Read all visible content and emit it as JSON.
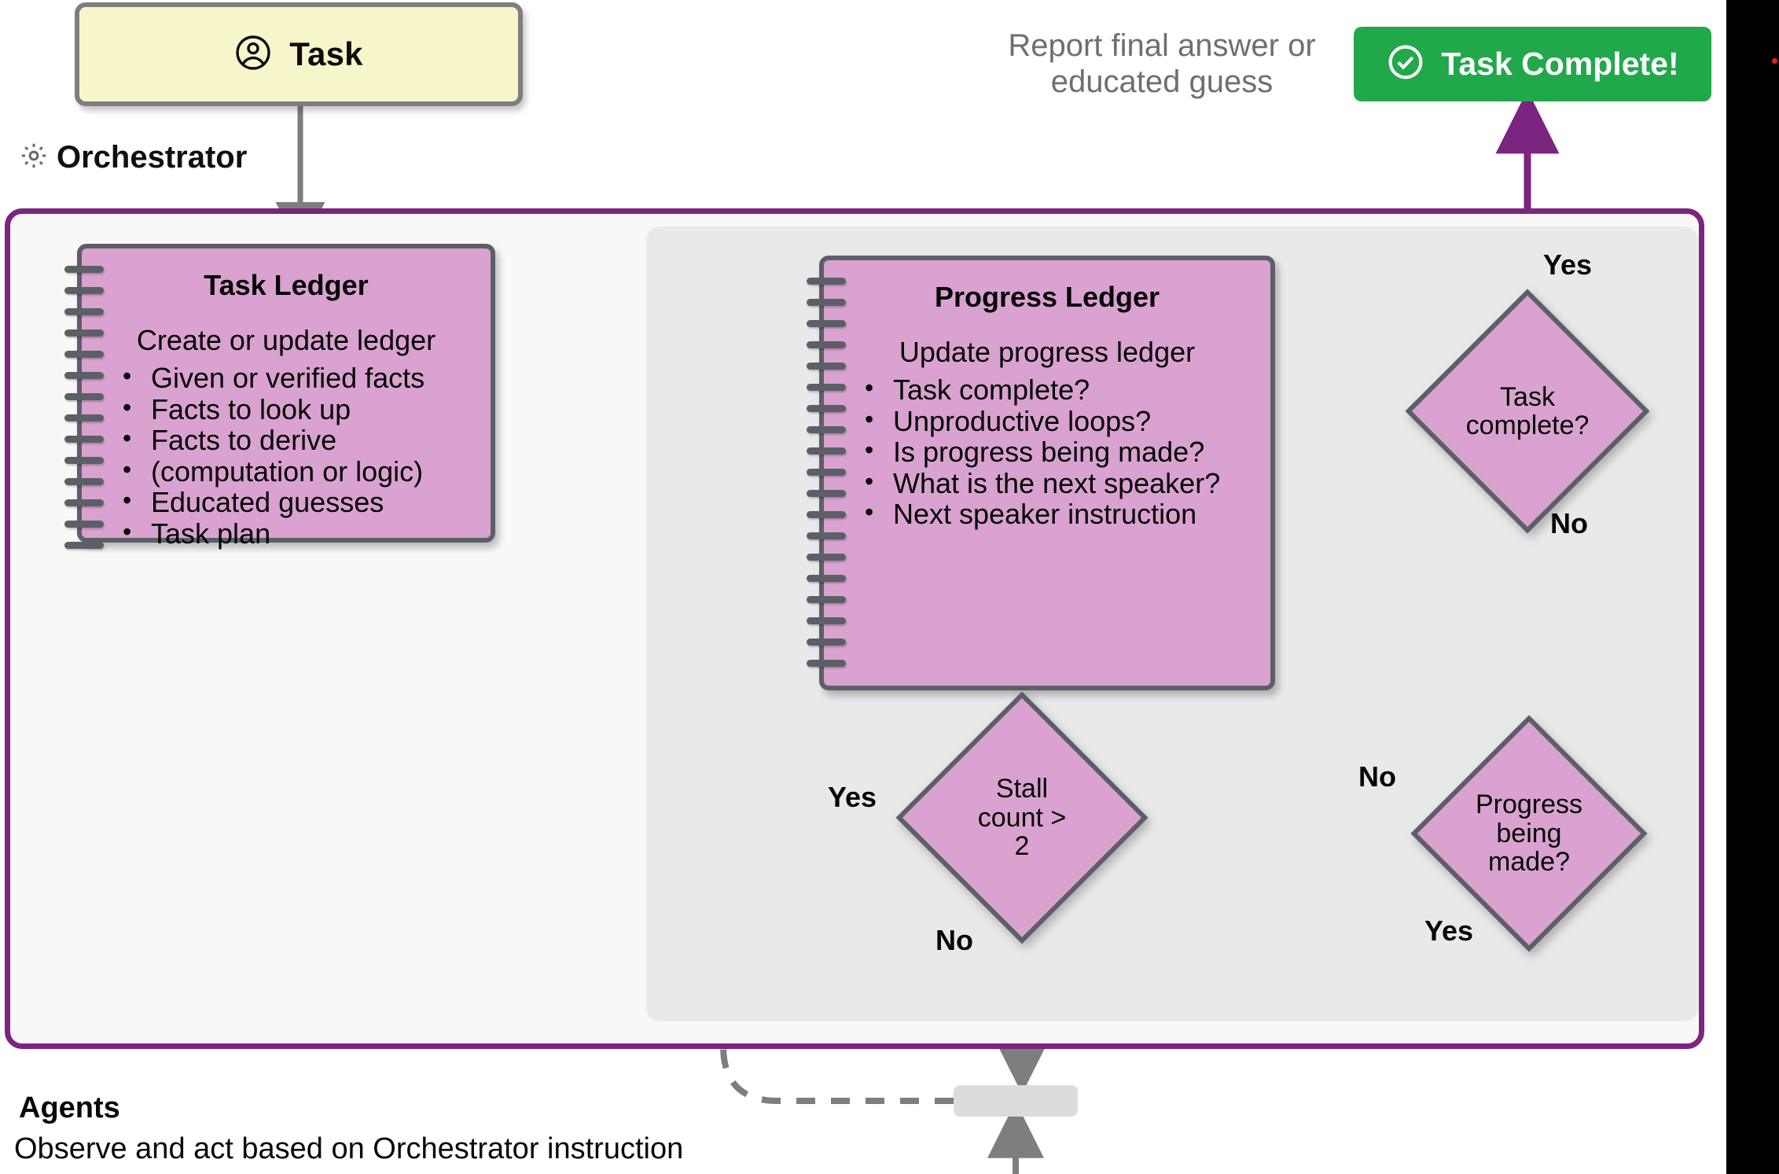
{
  "diagram": {
    "title": "Magentic-One Orchestrator Flow",
    "colors": {
      "ledger_fill": "#D9A2D0",
      "ledger_stroke": "#5C6066",
      "orchestrator_border": "#7B2480",
      "orchestrator_fill": "#FAF8F6",
      "inner_panel_fill": "#E9E9E9",
      "task_card_fill": "#F7F6CB",
      "task_card_stroke": "#7E7E7E",
      "complete_green": "#21A84B",
      "solid_arrow": "#7B2480",
      "dashed_arrow": "#7E7E7E",
      "muted_text": "#6F6F6F"
    }
  },
  "task_card": {
    "label": "Task",
    "icon": "person-circle-icon"
  },
  "orchestrator": {
    "label": "Orchestrator",
    "icon": "gear-icon"
  },
  "task_ledger": {
    "title": "Task Ledger",
    "subtitle": "Create or update ledger",
    "items": [
      "Given or verified facts",
      "Facts to look up",
      "Facts to derive",
      "(computation or logic)",
      "Educated guesses",
      "Task plan"
    ]
  },
  "progress_ledger": {
    "title": "Progress Ledger",
    "subtitle": "Update progress ledger",
    "items": [
      "Task complete?",
      "Unproductive loops?",
      "Is progress being made?",
      "What is the next speaker?",
      "Next speaker instruction"
    ]
  },
  "decisions": {
    "task_complete": {
      "text_line1": "Task",
      "text_line2": "complete?",
      "yes_label": "Yes",
      "no_label": "No"
    },
    "progress_being_made": {
      "text_line1": "Progress",
      "text_line2": "being",
      "text_line3": "made?",
      "yes_label": "Yes",
      "no_label": "No"
    },
    "stall_count": {
      "text_line1": "Stall",
      "text_line2": "count >",
      "text_line3": "2",
      "yes_label": "Yes",
      "no_label": "No"
    }
  },
  "report": {
    "line1": "Report final answer or",
    "line2": "educated guess"
  },
  "task_complete_pill": {
    "label": "Task Complete!",
    "icon": "check-circle-icon"
  },
  "agents": {
    "title": "Agents",
    "subtitle": "Observe and act based on Orchestrator instruction"
  }
}
